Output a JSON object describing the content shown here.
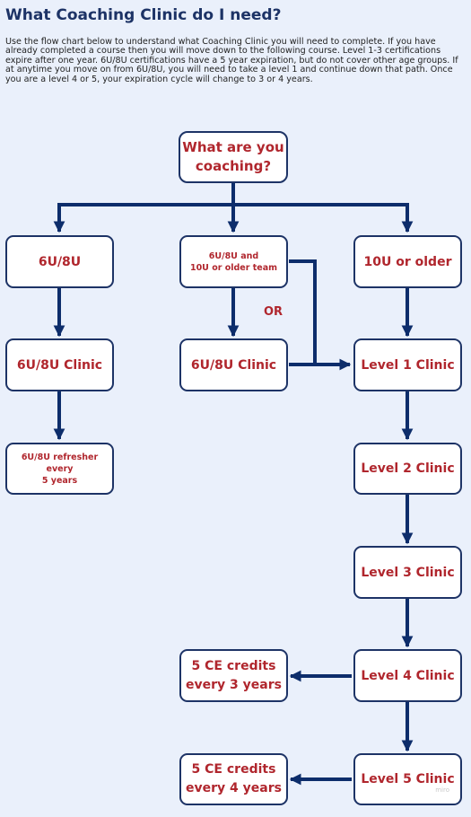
{
  "header": {
    "title": "What Coaching Clinic do I need?",
    "intro": "Use the flow chart below to understand what Coaching Clinic you will need to complete. If you have already completed a course then you will move down to the following course. Level 1-3 certifications expire after one year. 6U/8U certifications have a 5 year expiration, but do not cover other age groups. If at anytime you move on from 6U/8U, you will need to take a level 1 and continue down that path. Once you are a level 4 or 5, your expiration cycle will change to 3 or 4 years."
  },
  "flowchart": {
    "start": {
      "line1": "What are you",
      "line2": "coaching?"
    },
    "branch_6u8u": "6U/8U",
    "branch_mixed": {
      "line1": "6U/8U  and",
      "line2": "10U or older team"
    },
    "branch_10u": "10U or older",
    "clinic_6u8u_left": "6U/8U Clinic",
    "clinic_6u8u_middle": "6U/8U Clinic",
    "refresher": {
      "line1": "6U/8U refresher every",
      "line2": "5 years"
    },
    "or_label": "OR",
    "level1": "Level 1 Clinic",
    "level2": "Level 2 Clinic",
    "level3": "Level 3 Clinic",
    "level4": "Level 4 Clinic",
    "level5": "Level 5 Clinic",
    "ce3": {
      "line1": "5 CE credits",
      "line2": "every 3 years"
    },
    "ce4": {
      "line1": "5 CE credits",
      "line2": "every 4 years"
    }
  },
  "watermark": "miro",
  "colors": {
    "background": "#eaf0fb",
    "box_border": "#1d3366",
    "box_text": "#b0262d",
    "arrow": "#0d2d6b"
  }
}
